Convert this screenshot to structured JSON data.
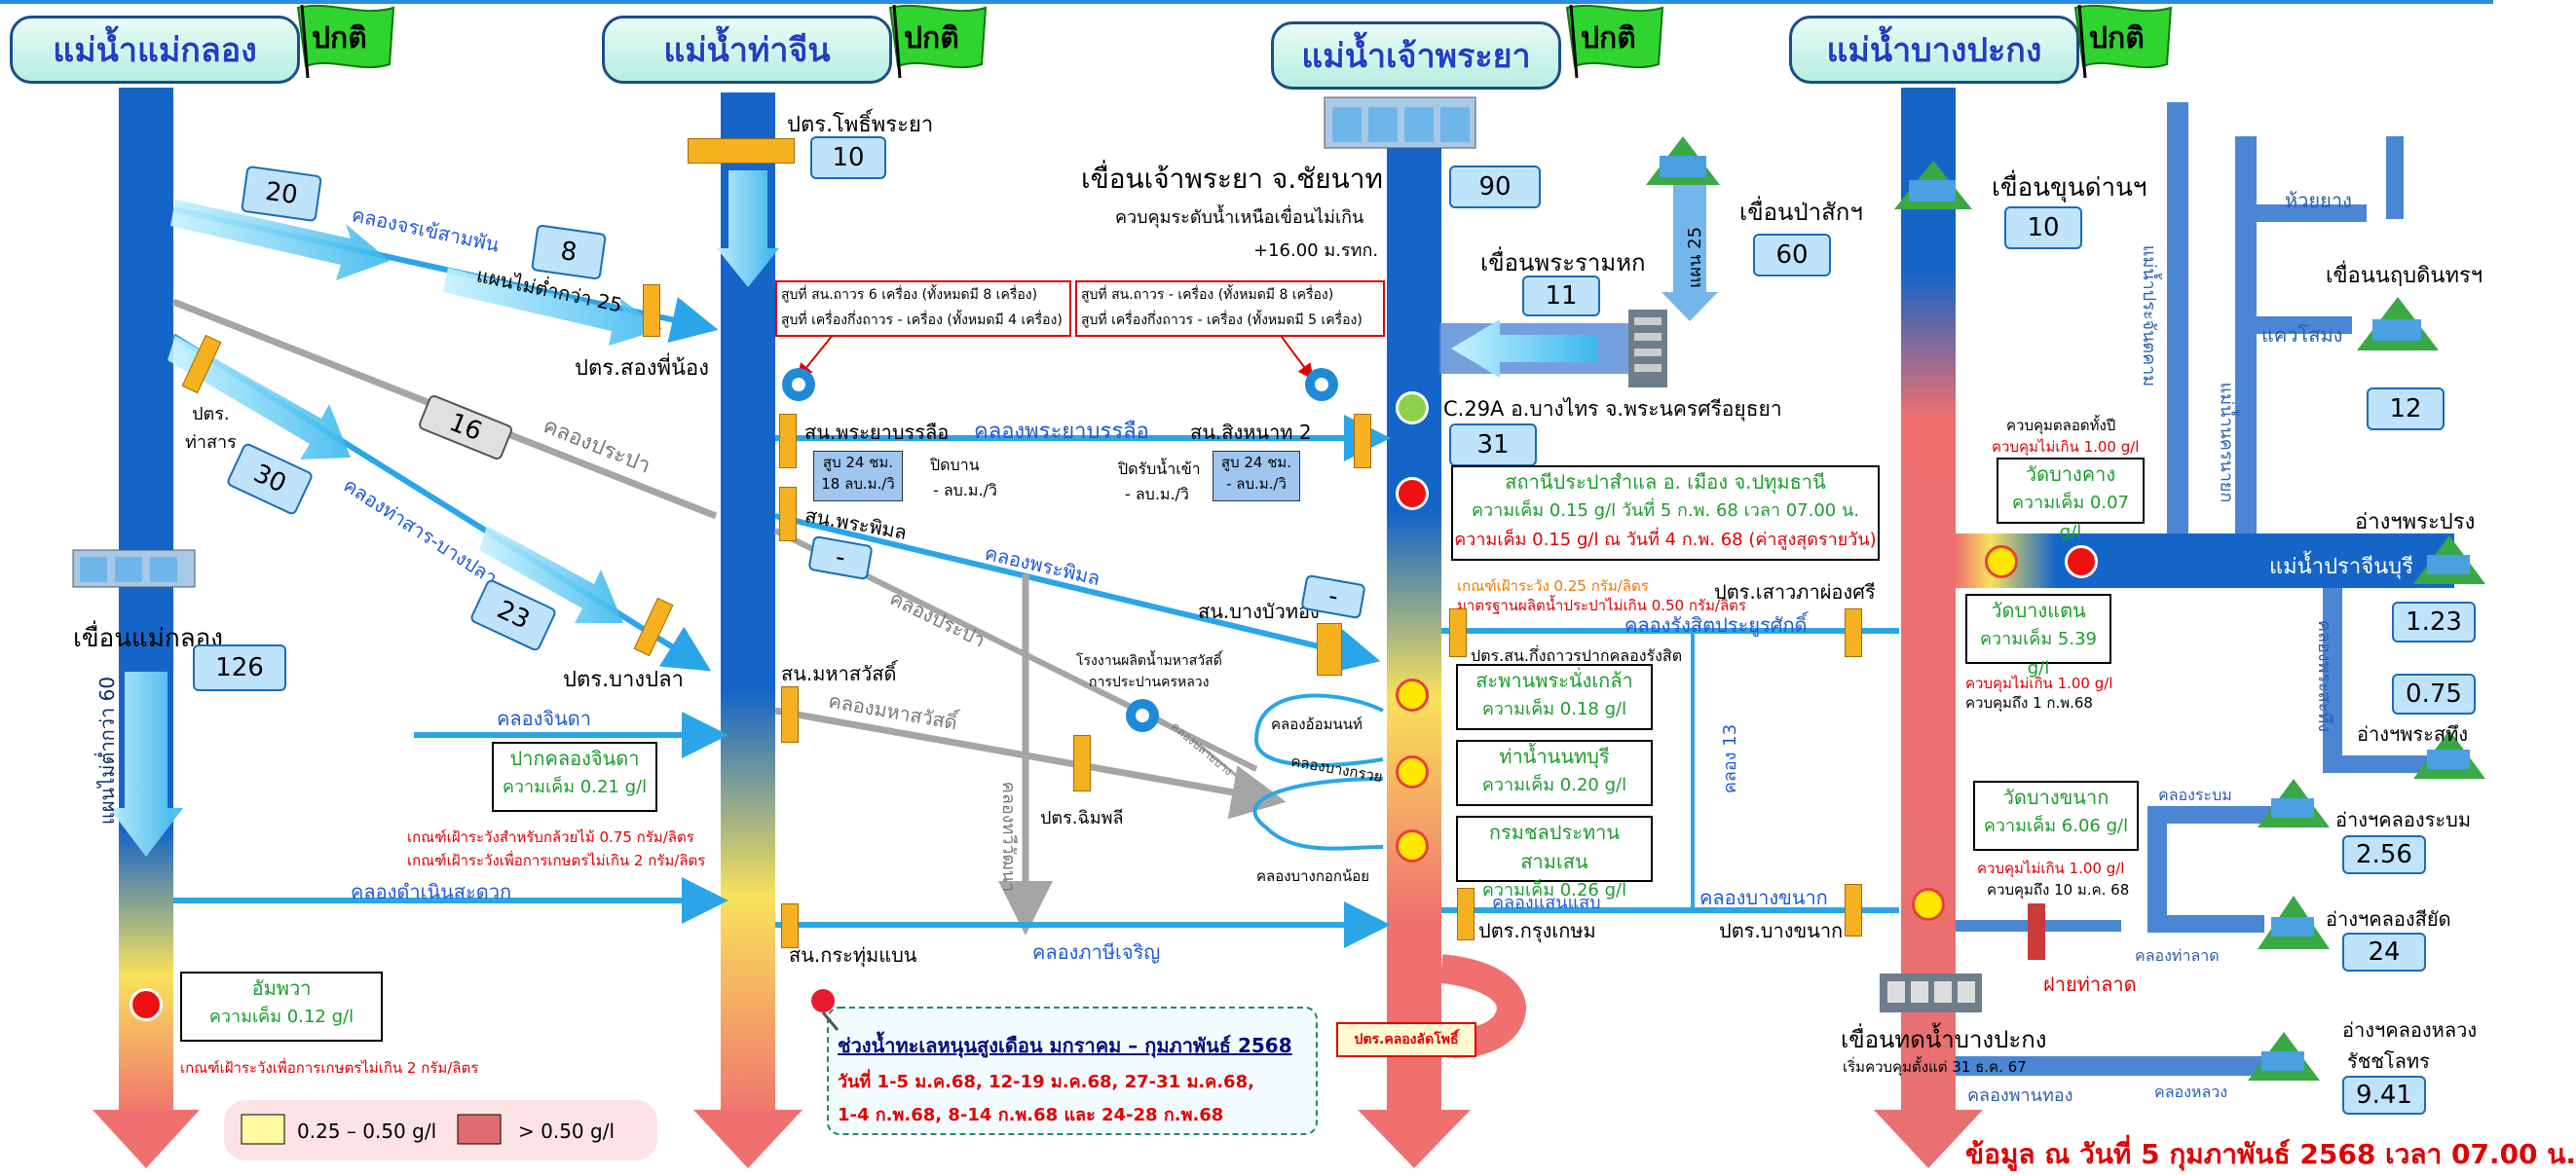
{
  "status_label": "ปกติ",
  "rivers": {
    "maeklong": "แม่น้ำแม่กลอง",
    "thachin": "แม่น้ำท่าจีน",
    "chaophraya": "แม่น้ำเจ้าพระยา",
    "bangpakong": "แม่น้ำบางปะกง"
  },
  "maeklong": {
    "dam_label": "เขื่อนแม่กลอง",
    "dam_value": "126",
    "river_flow": "แผนไม่ต่ำกว่า 60",
    "canal1_value": "20",
    "canal1": "คลองจรเข้สามพัน",
    "canal1_plan_value": "8",
    "canal1_plan": "แผนไม่ต่ำกว่า 25",
    "station1": "ปตร.สองพี่น้อง",
    "gate_tha_san": "ปตร.\nท่าสาร",
    "gray_value": "16",
    "gray_canal": "คลองประปา",
    "canal2_value": "30",
    "canal2": "คลองท่าสาร-บางปลา",
    "canal2_value2": "23",
    "station2": "ปตร.บางปลา",
    "canal_chinda": "คลองจินดา",
    "chinda_name": "ปากคลองจินดา",
    "chinda_val": "ความเค็ม 0.21 g/l",
    "chinda_note1": "เกณฑ์เฝ้าระวังสำหรับกล้วยไม้ 0.75 กรัม/ลิตร",
    "chinda_note2": "เกณฑ์เฝ้าระวังเพื่อการเกษตรไม่เกิน 2 กรัม/ลิตร",
    "canal_damnoen": "คลองดำเนินสะดวก",
    "amphawa_name": "อัมพวา",
    "amphawa_val": "ความเค็ม 0.12 g/l",
    "amphawa_note": "เกณฑ์เฝ้าระวังเพื่อการเกษตรไม่เกิน 2 กรัม/ลิตร",
    "legend_yellow": "0.25 – 0.50 g/l",
    "legend_red": "> 0.50 g/l"
  },
  "thachin": {
    "station_top": "ปตร.โพธิ์พระยา",
    "station_top_value": "10",
    "pump_left1": "สูบที่ สน.ถาวร 6 เครื่อง (ทั้งหมดมี 8 เครื่อง)",
    "pump_left2": "สูบที่ เครื่องกึ่งถาวร - เครื่อง (ทั้งหมดมี 4 เครื่อง)",
    "pump_right1": "สูบที่ สน.ถาวร - เครื่อง (ทั้งหมดมี 8 เครื่อง)",
    "pump_right2": "สูบที่ เครื่องกึ่งถาวร - เครื่อง (ทั้งหมดมี 5 เครื่อง)",
    "sn_phraya": "สน.พระยาบรรลือ",
    "canal_phraya": "คลองพระยาบรรลือ",
    "sn_singhanat": "สน.สิงหนาท 2",
    "pump_box_left": "สูบ 24 ชม.\n18 ลบ.ม./วิ",
    "mode_left": "ปิดบาน",
    "mode_left_val": "- ลบ.ม./วิ",
    "mode_right": "ปิดรับน้ำเข้า",
    "mode_right_val": "- ลบ.ม./วิ",
    "pump_box_right": "สูบ 24 ชม.\n- ลบ.ม./วิ",
    "sn_phimon": "สน.พระพิมล",
    "phimon_value": "-",
    "canal_phimon": "คลองพระพิมล",
    "sn_bangbuathong": "สน.บางบัวทอง",
    "bangbuathong_value": "-",
    "gray_prapa": "คลองประปา",
    "plant1": "โรงงานผลิตน้ำมหาสวัสดิ์",
    "plant2": "การประปานครหลวง",
    "sn_mahasawat": "สน.มหาสวัสดิ์",
    "canal_mahasawat": "คลองมหาสวัสดิ์",
    "canal_thawiwatthana": "คลองทวีวัฒนา",
    "canal_plai_bang": "คลองปลายบาง",
    "station_chimphli": "ปตร.ฉิมพลี",
    "canal_om_non": "คลองอ้อมนนท์",
    "canal_bangkruai": "คลองบางกรวย",
    "canal_bangkoknoi": "คลองบางกอกน้อย",
    "sn_krathum": "สน.กระทุ่มแบน",
    "canal_phasi": "คลองภาษีเจริญ",
    "tide_title": "ช่วงน้ำทะเลหนุนสูงเดือน มกราคม – กุมภาพันธ์ 2568",
    "tide_line1": "วันที่ 1-5 ม.ค.68, 12-19 ม.ค.68, 27-31 ม.ค.68,",
    "tide_line2": "1-4 ก.พ.68, 8-14 ก.พ.68 และ 24-28 ก.พ.68"
  },
  "chaophraya": {
    "dam_name": "เขื่อนเจ้าพระยา จ.ชัยนาท",
    "dam_value": "90",
    "dam_note1": "ควบคุมระดับน้ำเหนือเขื่อนไม่เกิน",
    "dam_note2": "+16.00 ม.รทก.",
    "rama6_name": "เขื่อนพระรามหก",
    "rama6_value": "11",
    "pasak_name": "เขื่อนป่าสักฯ",
    "pasak_value": "60",
    "pasak_plan": "แผน 25",
    "c29a": "C.29A อ.บางไทร จ.พระนครศรีอยุธยา",
    "c29a_value": "31",
    "samlae_name": "สถานีประปาสำแล อ. เมือง จ.ปทุมธานี",
    "samlae_val1": "ความเค็ม 0.15 g/l วันที่ 5 ก.พ. 68 เวลา 07.00 น.",
    "samlae_val2": "ความเค็ม 0.15 g/l ณ วันที่ 4 ก.พ. 68 (ค่าสูงสุดรายวัน)",
    "samlae_note1": "เกณฑ์เฝ้าระวัง 0.25 กรัม/ลิตร",
    "samlae_note2": "มาตรฐานผลิตน้ำประปาไม่เกิน 0.50 กรัม/ลิตร",
    "st_sao": "ปตร.เสาวภาผ่องศรี",
    "canal_rangsit": "คลองรังสิตประยูรศักดิ์",
    "st_rangsit": "ปตร.สน.กึ่งถาวรปากคลองรังสิต",
    "bridge_name": "สะพานพระนั่งเกล้า",
    "bridge_val": "ความเค็ม 0.18 g/l",
    "nonthaburi_name": "ท่าน้ำนนทบุรี",
    "nonthaburi_val": "ความเค็ม 0.20 g/l",
    "navy_name": "กรมชลประทานสามเสน",
    "navy_val": "ความเค็ม 0.26 g/l",
    "canal13": "คลอง 13",
    "canal_saensaep": "คลองแสนแสบ",
    "st_krungkasem": "ปตร.กรุงเกษม",
    "canal_bangkhanak": "คลองบางขนาก",
    "st_bangkhanak": "ปตร.บางขนาก",
    "st_latpho": "ปตร.คลองลัดโพธิ์"
  },
  "bangpakong": {
    "khundan_name": "เขื่อนขุนด่านฯ",
    "khundan_value": "10",
    "canal_prachanthakham": "แม่น้ำประจันตคาม",
    "canal_nakhonnayok": "แม่น้ำนครนายก",
    "huai_yang": "ห้วยยาง",
    "dam_naruebodin": "เขื่อนนฤบดินทรฯ",
    "kwae_samong": "แควโสมง",
    "naruebodin_value": "12",
    "watbangkhang_top": "ควบคุมตลอดทั้งปี",
    "watbangkhang_limit": "ควบคุมไม่เกิน 1.00 g/l",
    "watbangkhang_name": "วัดบางคาง",
    "watbangkhang_val": "ความเค็ม 0.07 g/l",
    "prachinburi_river": "แม่น้ำปราจีนบุรี",
    "res_phraprong": "อ่างฯพระปรง",
    "res_phraprong_value": "1.23",
    "canal_phra_sathueng": "คลองพระสะทึง",
    "res_sathueng_value": "0.75",
    "res_sathueng": "อ่างฯพระสทึง",
    "watbangtaen_name": "วัดบางแตน",
    "watbangtaen_val": "ความเค็ม 5.39 g/l",
    "watbangtaen_limit": "ควบคุมไม่เกิน 1.00 g/l",
    "watbangtaen_date": "ควบคุมถึง 1 ก.พ.68",
    "watbangkhanak_name": "วัดบางขนาก",
    "watbangkhanak_val": "ความเค็ม 6.06 g/l",
    "watbangkhanak_limit": "ควบคุมไม่เกิน 1.00 g/l",
    "watbangkhanak_date": "ควบคุมถึง 10 ม.ค. 68",
    "canal_rabom": "คลองระบม",
    "res_rabom": "อ่างฯคลองระบม",
    "res_rabom_value": "2.56",
    "canal_tha_lat": "คลองท่าลาด",
    "res_siyat": "อ่างฯคลองสียัด",
    "res_siyat_value": "24",
    "weir_tha_lat": "ฝายท่าลาด",
    "dam_bangpakong": "เขื่อนทดน้ำบางปะกง",
    "dam_bangpakong_note": "เริ่มควบคุมตั้งแต่ 31 ธ.ค. 67",
    "res_luang1": "อ่างฯคลองหลวง",
    "res_luang2": "รัชชโลทร",
    "res_luang_value": "9.41",
    "canal_phanthong": "คลองพานทอง",
    "canal_luang": "คลองหลวง",
    "footer": "ข้อมูล ณ วันที่ 5 กุมภาพันธ์ 2568  เวลา 07.00 น."
  },
  "colors": {
    "river": "#1565c8",
    "canal": "#2aa6e8",
    "gray": "#a5a5a5",
    "alert_red": "#e00000",
    "value_green": "#1b9e2a",
    "title_text": "#1f3fc4",
    "flag_green": "#2fd42f",
    "gate": "#f5b120"
  }
}
